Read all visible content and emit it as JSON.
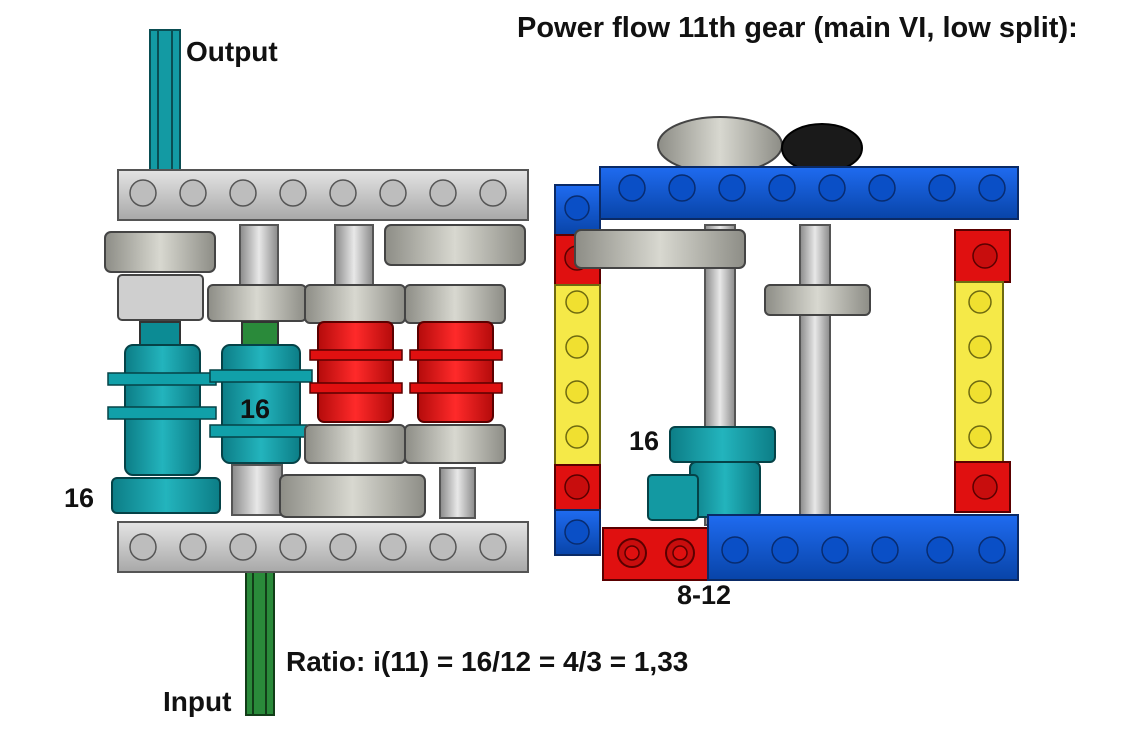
{
  "title": "Power flow 11th gear (main VI, low split):",
  "labels": {
    "output": "Output",
    "input": "Input",
    "gear_16_center": "16",
    "gear_16_left": "16",
    "gear_16_right": "16",
    "gear_8_12": "8-12"
  },
  "ratio": "Ratio: i(11) = 16/12 = 4/3 = 1,33",
  "colors": {
    "gray_beam": "#cfcfcf",
    "blue_beam": "#0a55d2",
    "red_part": "#e01010",
    "yellow_part": "#f5e948",
    "teal_part": "#119aa3",
    "green_shaft": "#2a8a3a",
    "dark_gray_gear": "#9a9a90",
    "black_gear": "#1a1a1a"
  }
}
